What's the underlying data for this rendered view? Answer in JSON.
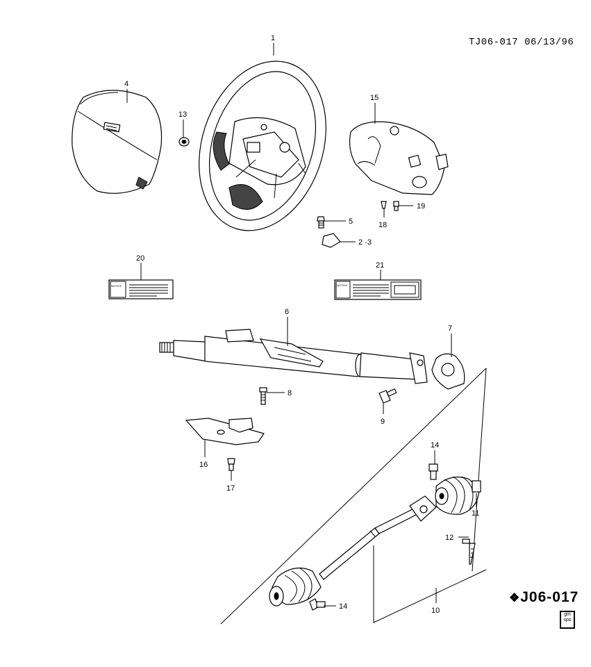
{
  "header": {
    "reference": "TJ06-017 06/13/96"
  },
  "diagram_code": "J06-017",
  "logo_text": [
    "gm",
    "spo"
  ],
  "callouts": {
    "c1": "1",
    "c4": "4",
    "c13": "13",
    "c15": "15",
    "c5": "5",
    "c23": "2 ·3",
    "c18": "18",
    "c19": "19",
    "c20": "20",
    "c21": "21",
    "c6": "6",
    "c7": "7",
    "c8": "8",
    "c9": "9",
    "c16": "16",
    "c17": "17",
    "c14a": "14",
    "c11": "11",
    "c12": "12",
    "c10": "10",
    "c14b": "14"
  },
  "label_text": {
    "notice": "NOTICE"
  }
}
